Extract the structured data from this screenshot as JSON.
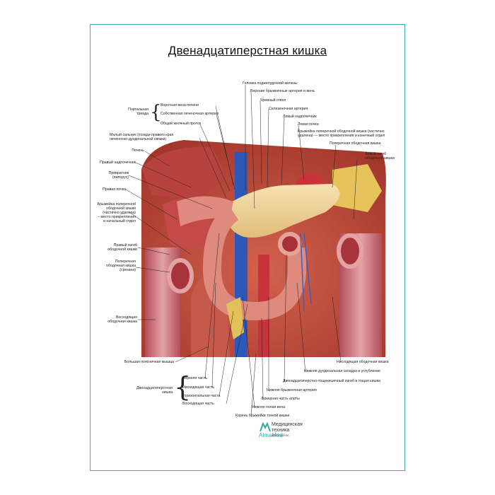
{
  "poster": {
    "title": "Двенадцатиперстная кишка",
    "group_portal_triad": "Портальная\nтриада",
    "group_duodenum": "Двенадцатиперстная\nкишка"
  },
  "labels": {
    "portal_vein": "Воротная вена печени",
    "hepatic_artery": "Собственная печеночная артерия",
    "bile_duct": "Общий желчный проток",
    "lesser_omentum": "Малый сальник (позади правого края\nпеченочно-дуоденальной связки)",
    "liver": "Печень",
    "right_adrenal": "Правый надпочечник",
    "pylorus": "Привратник\n(пилорус)",
    "right_kidney": "Правая почка",
    "transverse_mesocolon": "Брыжейка поперечной\nободочной кишки\n(частично удалена)\n– место прикрепления\nи начальный отдел",
    "right_flexure": "Правый изгиб\nободочной кишки",
    "transverse_colon_cut": "Поперечная\nободочная кишка\n(срезана)",
    "ascending_colon": "Восходящая\nободочная кишка",
    "psoas": "Большая поясничная мышца",
    "part_superior": "Верхняя часть",
    "part_descending": "Нисходящая часть",
    "part_horizontal": "Горизонтальная часть",
    "part_ascending": "Восходящая часть",
    "pancreas_head": "Головка поджелудочной железы",
    "sup_mesenteric": "Верхние брыжеечные артерия и вена",
    "celiac_trunk": "Чревный ствол",
    "splenic_artery": "Селезеночная артерия",
    "left_adrenal": "Левый надпочечник",
    "left_kidney": "Левая почка",
    "transverse_mesocolon_left": "Брыжейка поперечной ободочной кишки (частично\nудалена) — место прикрепления и конечный отдел",
    "transverse_colon": "Поперечная  ободочная кишка",
    "left_flexure": "Левый изгиб\nободочной кишки",
    "descending_colon": "Нисходящая ободочная кишка",
    "duodenal_fold": "Нижняя дуоденальная складка и углубление",
    "duodenojejunal": "Двенадцатиперстно-тощекишечный изгиб и тощая кишка",
    "inf_mesenteric": "Нижняя брыжеечная артерия",
    "aorta": "Брюшная часть аорты",
    "ivc": "Нижняя полая вена",
    "mesentery_root": "Корень брыжейки тонкой кишки"
  },
  "logo": {
    "brand": "AlmaMed",
    "line1": "Медицинская",
    "line2": "техника",
    "url": "almamed.su"
  }
}
